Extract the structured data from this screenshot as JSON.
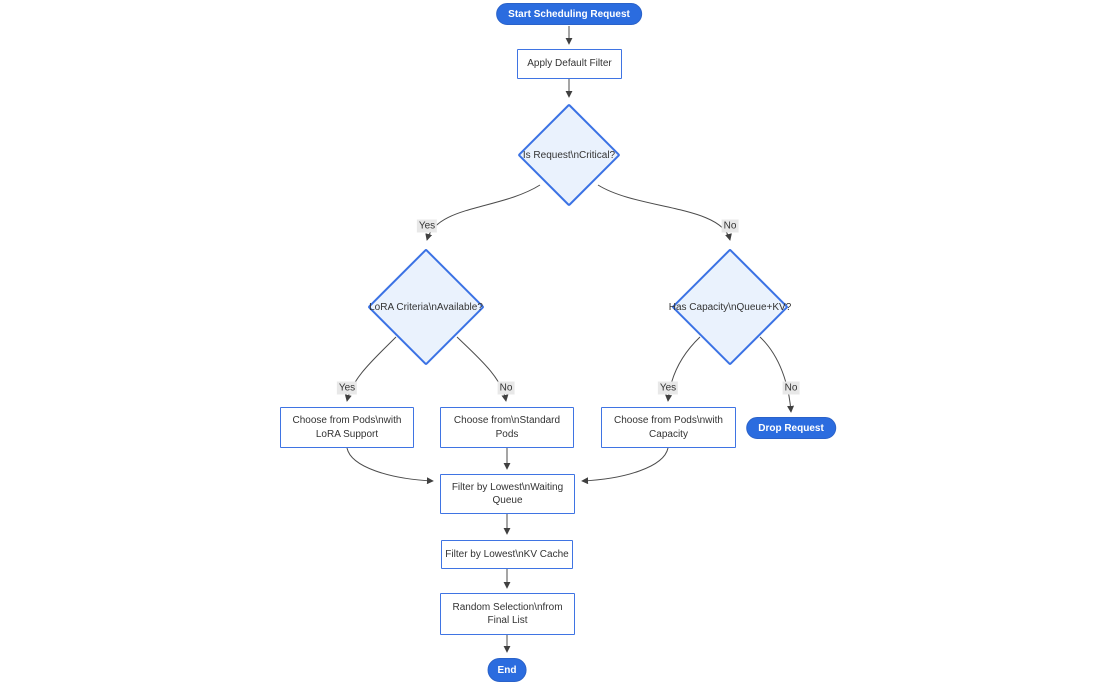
{
  "diagram": {
    "type": "flowchart",
    "direction": "top-down",
    "nodes": {
      "start": {
        "shape": "stadium",
        "label": "Start Scheduling Request",
        "lines": [
          "Start Scheduling Request"
        ]
      },
      "apply_default_filter": {
        "shape": "rect",
        "label": "Apply Default Filter",
        "lines": [
          "Apply Default Filter"
        ]
      },
      "is_critical": {
        "shape": "diamond",
        "label": "Is Request\\nCritical?",
        "lines": [
          "Is Request\\nCritical?"
        ]
      },
      "lora_criteria": {
        "shape": "diamond",
        "label": "LoRA Criteria\\nAvailable?",
        "lines": [
          "LoRA Criteria\\nAvailable?"
        ]
      },
      "has_capacity": {
        "shape": "diamond",
        "label": "Has Capacity\\nQueue+KV?",
        "lines": [
          "Has Capacity\\nQueue+KV?"
        ]
      },
      "choose_lora_pods": {
        "shape": "rect",
        "label": "Choose from Pods\\nwith LoRA Support",
        "lines": [
          "Choose from Pods\\nwith",
          "LoRA Support"
        ]
      },
      "choose_standard_pods": {
        "shape": "rect",
        "label": "Choose from\\nStandard Pods",
        "lines": [
          "Choose from\\nStandard",
          "Pods"
        ]
      },
      "choose_capacity_pods": {
        "shape": "rect",
        "label": "Choose from Pods\\nwith Capacity",
        "lines": [
          "Choose from Pods\\nwith",
          "Capacity"
        ]
      },
      "drop_request": {
        "shape": "stadium",
        "label": "Drop Request",
        "lines": [
          "Drop Request"
        ]
      },
      "filter_waiting_queue": {
        "shape": "rect",
        "label": "Filter by Lowest\\nWaiting Queue",
        "lines": [
          "Filter by Lowest\\nWaiting",
          "Queue"
        ]
      },
      "filter_kv_cache": {
        "shape": "rect",
        "label": "Filter by Lowest\\nKV Cache",
        "lines": [
          "Filter by Lowest\\nKV Cache"
        ]
      },
      "random_selection": {
        "shape": "rect",
        "label": "Random Selection\\nfrom Final List",
        "lines": [
          "Random Selection\\nfrom",
          "Final List"
        ]
      },
      "end": {
        "shape": "stadium",
        "label": "End",
        "lines": [
          "End"
        ]
      }
    },
    "edges": [
      {
        "from": "start",
        "to": "apply_default_filter",
        "label": ""
      },
      {
        "from": "apply_default_filter",
        "to": "is_critical",
        "label": ""
      },
      {
        "from": "is_critical",
        "to": "lora_criteria",
        "label": "Yes"
      },
      {
        "from": "is_critical",
        "to": "has_capacity",
        "label": "No"
      },
      {
        "from": "lora_criteria",
        "to": "choose_lora_pods",
        "label": "Yes"
      },
      {
        "from": "lora_criteria",
        "to": "choose_standard_pods",
        "label": "No"
      },
      {
        "from": "has_capacity",
        "to": "choose_capacity_pods",
        "label": "Yes"
      },
      {
        "from": "has_capacity",
        "to": "drop_request",
        "label": "No"
      },
      {
        "from": "choose_lora_pods",
        "to": "filter_waiting_queue",
        "label": ""
      },
      {
        "from": "choose_standard_pods",
        "to": "filter_waiting_queue",
        "label": ""
      },
      {
        "from": "choose_capacity_pods",
        "to": "filter_waiting_queue",
        "label": ""
      },
      {
        "from": "filter_waiting_queue",
        "to": "filter_kv_cache",
        "label": ""
      },
      {
        "from": "filter_kv_cache",
        "to": "random_selection",
        "label": ""
      },
      {
        "from": "random_selection",
        "to": "end",
        "label": ""
      }
    ],
    "colors": {
      "accent_fill": "#2b6cdf",
      "accent_text": "#ffffff",
      "rect_fill": "#ffffff",
      "node_border": "#3f74e3",
      "diamond_fill": "#eaf2fd",
      "edge_line": "#4b4b4b",
      "edge_label_bg": "#e8e8e8",
      "text": "#333333",
      "background": "#ffffff"
    }
  }
}
